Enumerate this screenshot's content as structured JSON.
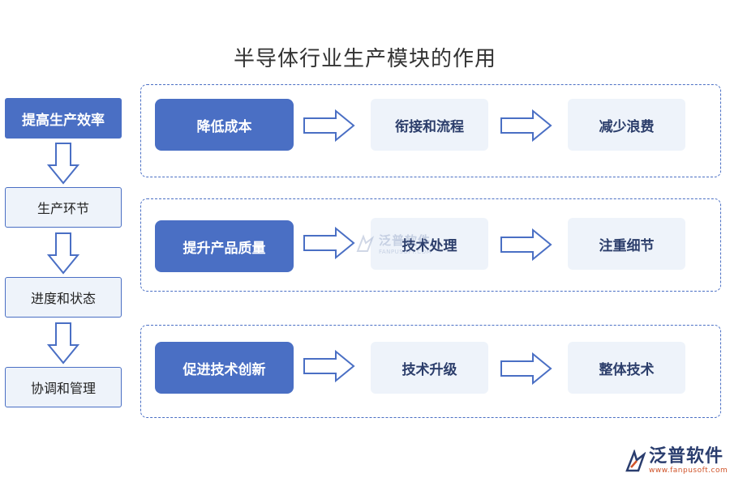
{
  "title": "半导体行业生产模块的作用",
  "left_column": {
    "items": [
      {
        "label": "提高生产效率"
      },
      {
        "label": "生产环节"
      },
      {
        "label": "进度和状态"
      },
      {
        "label": "协调和管理"
      }
    ]
  },
  "rows": [
    {
      "main": "降低成本",
      "step1": "衔接和流程",
      "step2": "减少浪费"
    },
    {
      "main": "提升产品质量",
      "step1": "技术处理",
      "step2": "注重细节"
    },
    {
      "main": "促进技术创新",
      "step1": "技术升级",
      "step2": "整体技术"
    }
  ],
  "watermark": {
    "text": "泛普软件",
    "url": "FANPUSOFT.COM"
  },
  "logo": {
    "text": "泛普软件",
    "url": "www.fanpusoft.com"
  },
  "colors": {
    "primary": "#4a6fc4",
    "light_fill": "#eef3fa",
    "logo_orange": "#d0542a"
  }
}
